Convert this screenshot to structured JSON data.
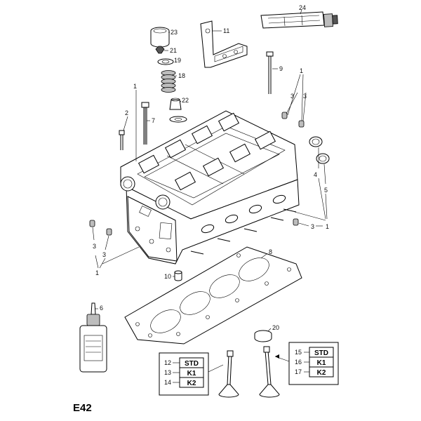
{
  "page_code": "E42",
  "callouts": {
    "c1a": "1",
    "c1b": "1",
    "c1c": "1",
    "c1d": "1",
    "c2": "2",
    "c3a": "3",
    "c3b": "3",
    "c3c": "3",
    "c3d": "3",
    "c3e": "3",
    "c4": "4",
    "c5": "5",
    "c6": "6",
    "c7": "7",
    "c8": "8",
    "c9": "9",
    "c10": "10",
    "c11": "11",
    "c12": "12",
    "c13": "13",
    "c14": "14",
    "c15": "15",
    "c16": "16",
    "c17": "17",
    "c18": "18",
    "c19": "19",
    "c20": "20",
    "c21": "21",
    "c22": "22",
    "c23": "23",
    "c24": "24"
  },
  "valve_box_left": {
    "rows": [
      "STD",
      "K1",
      "K2"
    ]
  },
  "valve_box_right": {
    "rows": [
      "STD",
      "K1",
      "K2"
    ]
  }
}
